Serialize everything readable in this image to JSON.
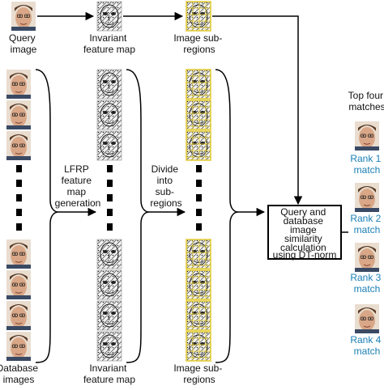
{
  "labels": {
    "query_image": [
      "Query",
      "image"
    ],
    "invariant_map_top": [
      "Invariant",
      "feature map"
    ],
    "subregions_top": [
      "Image sub-",
      "regions"
    ],
    "database_images": [
      "Database",
      "images"
    ],
    "invariant_map_bottom": [
      "Invariant",
      "feature map"
    ],
    "subregions_bottom": [
      "Image sub-",
      "regions"
    ],
    "lfrp_step": [
      "LFRP",
      "feature",
      "map",
      "generation"
    ],
    "divide_step": [
      "Divide",
      "into",
      "sub-",
      "regions"
    ],
    "similarity_box": [
      "Query and",
      "database",
      "image",
      "similarity",
      "calculation",
      "using   DT-norm"
    ],
    "top_four": [
      "Top four",
      "matches"
    ],
    "ranks": [
      [
        "Rank 1",
        "match"
      ],
      [
        "Rank 2",
        "match"
      ],
      [
        "Rank 3",
        "match"
      ],
      [
        "Rank 4",
        "match"
      ]
    ]
  },
  "colors": {
    "rank_text": "#1a7fb5",
    "subregion_border": "#e3cc3a",
    "arrows": "#000000"
  },
  "icons": {
    "face_photo": "face-photo-icon",
    "feature_map": "feature-map-icon",
    "subregion_map": "subregion-map-icon"
  }
}
